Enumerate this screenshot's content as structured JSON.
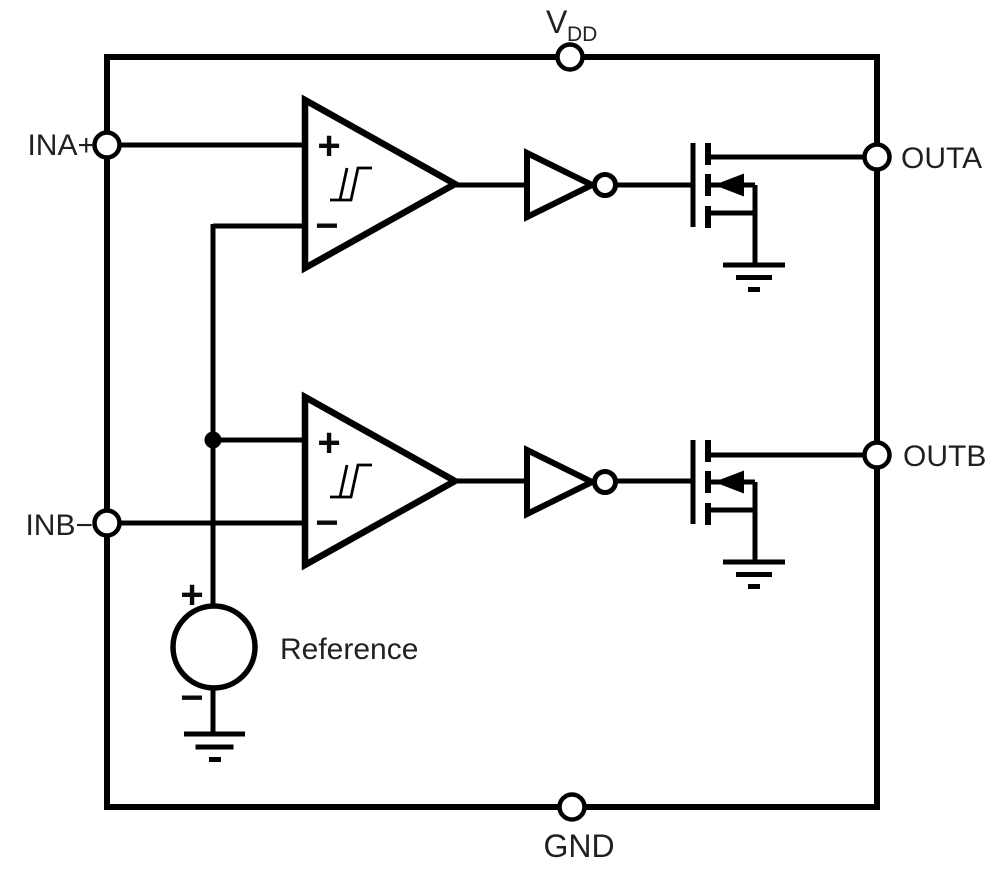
{
  "figure": {
    "type": "functional-block-diagram",
    "background_color": "#ffffff",
    "line_color": "#000000",
    "text_color": "#231f20",
    "pins": {
      "vdd": {
        "main": "V",
        "sub": "DD"
      },
      "ina": {
        "label": "INA+"
      },
      "inb": {
        "label": "INB−"
      },
      "outa": {
        "label": "OUTA"
      },
      "outb": {
        "label": "OUTB"
      },
      "gnd": {
        "label": "GND"
      }
    },
    "comparators": {
      "a": {
        "plus": "+",
        "minus": "−"
      },
      "b": {
        "plus": "+",
        "minus": "−"
      }
    },
    "reference": {
      "label": "Reference",
      "plus": "+",
      "minus": "−"
    },
    "icons": {
      "pin_terminal": "open-circle-terminal",
      "junction": "filled-connection-dot",
      "hysteresis": "schmitt-trigger-hysteresis-glyph",
      "inverter_bubble": "logic-inversion-bubble",
      "mosfet": "nmos-open-drain-transistor",
      "mosfet_arrow": "body-arrow-pointing-to-channel",
      "ground": "earth-ground-three-bars"
    }
  }
}
